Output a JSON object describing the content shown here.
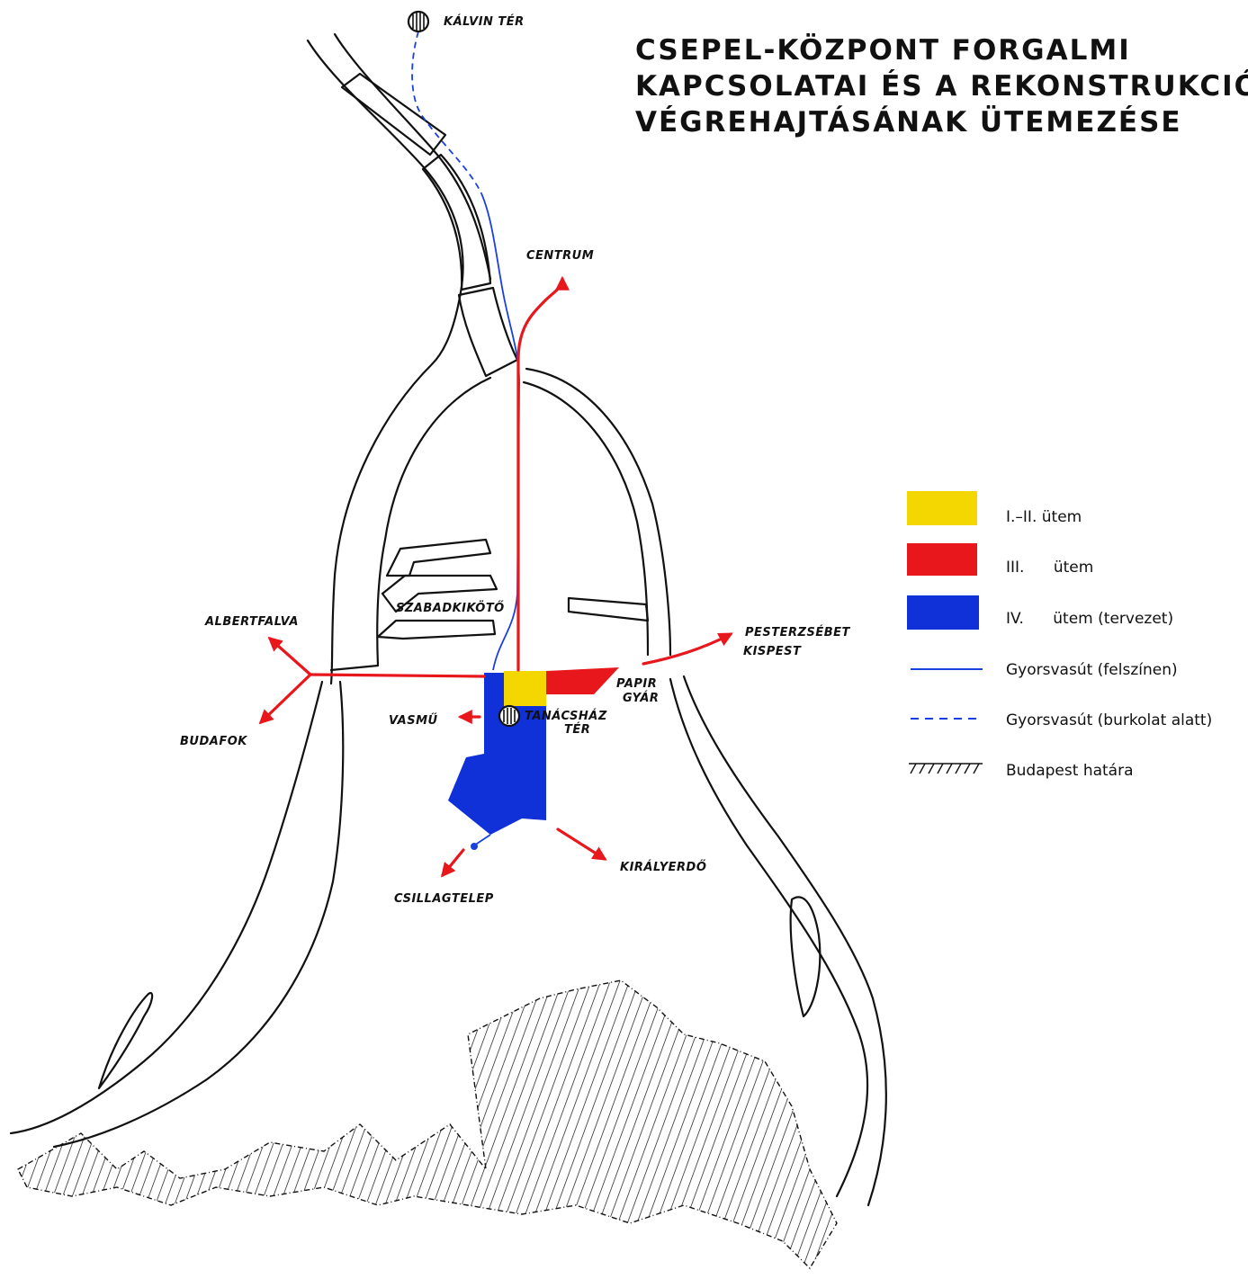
{
  "title": {
    "line1": "CSEPEL-KÖZPONT FORGALMI",
    "line2": "KAPCSOLATAI ÉS A REKONSTRUKCIÓ",
    "line3": "VÉGREHAJTÁSÁNAK ÜTEMEZÉSE"
  },
  "places": {
    "kalvin_ter": "KÁLVIN TÉR",
    "centrum": "CENTRUM",
    "albertfalva": "ALBERTFALVA",
    "szabadkikoto": "SZABADKIKÖTŐ",
    "pesterzsebet": "PESTERZSÉBET",
    "kispest": "KISPEST",
    "papir": "PAPIR",
    "gyar": "GYÁR",
    "tanacshaz": "TANÁCSHÁZ",
    "ter": "TÉR",
    "vasmu": "VASMŰ",
    "budafok": "BUDAFOK",
    "kiralyerdo": "KIRÁLYERDŐ",
    "csillagtelep": "CSILLAGTELEP"
  },
  "legend": [
    {
      "label": "I.–II. ütem",
      "color": "#f5d700",
      "kind": "swatch"
    },
    {
      "label": "III.      ütem",
      "color": "#e8171c",
      "kind": "swatch"
    },
    {
      "label": "IV.      ütem (tervezet)",
      "color": "#1030d8",
      "kind": "swatch"
    },
    {
      "label": "Gyorsvasút (felszínen)",
      "color": "#1a40e0",
      "kind": "solid-line"
    },
    {
      "label": "Gyorsvasút (burkolat alatt)",
      "color": "#1a40e0",
      "kind": "dashed-line"
    },
    {
      "label": "Budapest határa",
      "color": "#111111",
      "kind": "hatch"
    }
  ],
  "colors": {
    "phase_1_2": "#f5d700",
    "phase_3": "#e8171c",
    "phase_4": "#1030d8",
    "rail": "#1a40e0",
    "routes": "#e8171c"
  }
}
